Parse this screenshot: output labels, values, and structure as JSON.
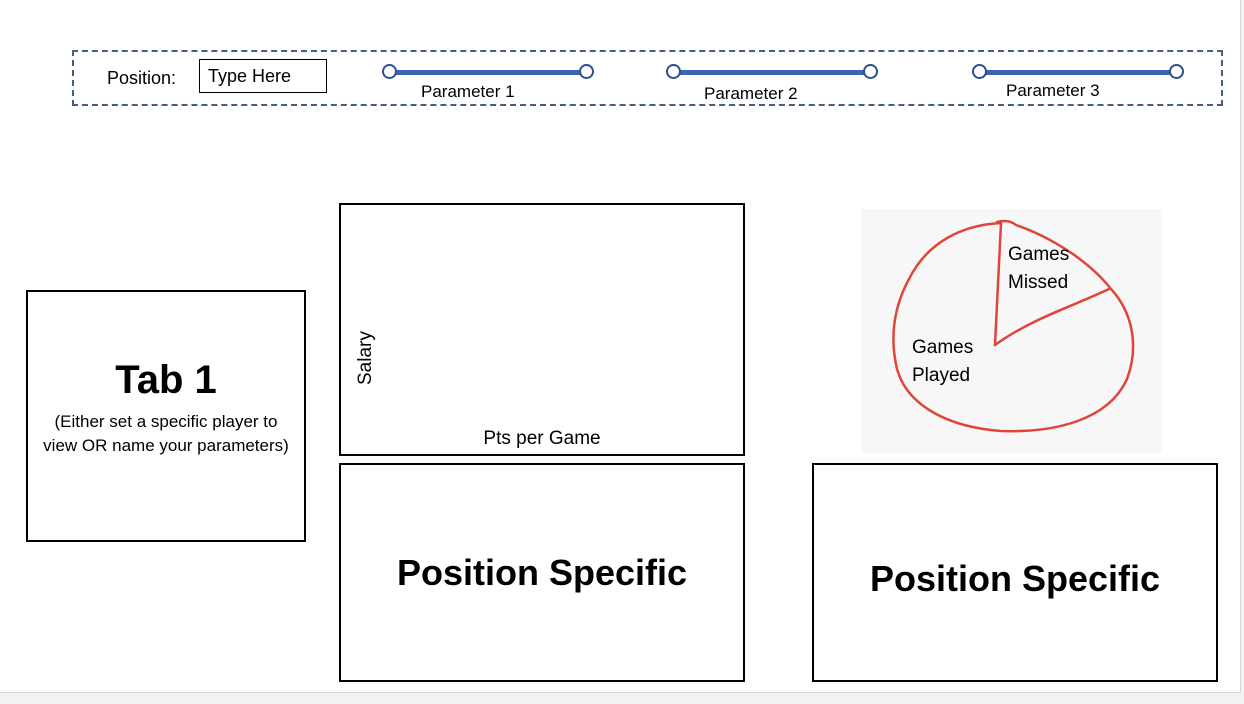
{
  "filters": {
    "position_label": "Position:",
    "position_placeholder": "Type Here",
    "sliders": [
      {
        "label": "Parameter 1"
      },
      {
        "label": "Parameter 2"
      },
      {
        "label": "Parameter 3"
      }
    ]
  },
  "tab": {
    "title": "Tab 1",
    "description": "(Either set a specific player to view OR name your parameters)"
  },
  "scatter": {
    "ylabel": "Salary",
    "xlabel": "Pts per Game"
  },
  "pie_sketch": {
    "slice_labels": [
      "Games Missed",
      "Games Played"
    ],
    "line_color": "#e0453a"
  },
  "panels": {
    "left_title": "Position Specific",
    "right_title": "Position Specific"
  }
}
